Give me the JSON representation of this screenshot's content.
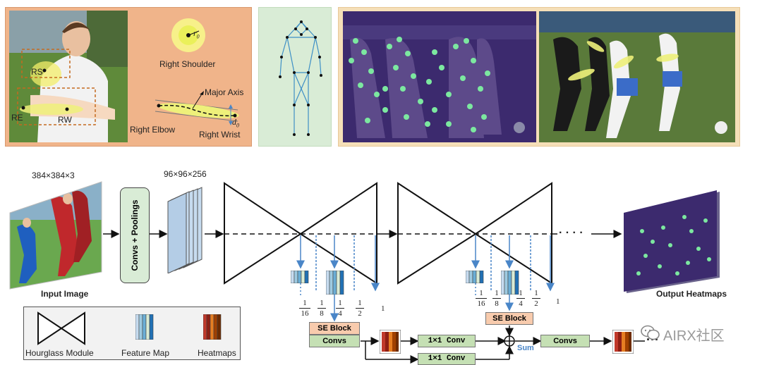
{
  "top": {
    "left_panel": {
      "person_labels": {
        "rs": "RS",
        "re": "RE",
        "rw": "RW"
      },
      "r0": "r",
      "r0_sub": "0",
      "right_shoulder": "Right Shoulder",
      "major_axis": "Major  Axis",
      "d0": "d",
      "d0_sub": "0",
      "right_elbow": "Right Elbow",
      "right_wrist": "Right Wrist"
    }
  },
  "pipeline": {
    "input_dims": "384×384×3",
    "input_label": "Input  Image",
    "convs_poolings": "Convs + Poolings",
    "feature_dims": "96×96×256",
    "dots": "· · · ·",
    "output_label": "Output Heatmaps",
    "group1": {
      "fractions": [
        {
          "num": "1",
          "den": "16"
        },
        {
          "num": "1",
          "den": "8"
        },
        {
          "num": "1",
          "den": "4"
        },
        {
          "num": "1",
          "den": "2"
        }
      ],
      "one": "1",
      "se_block": "SE Block",
      "convs": "Convs",
      "conv1": "1×1 Conv",
      "conv2": "1×1 Conv"
    },
    "group2": {
      "fractions": [
        {
          "num": "1",
          "den": "16"
        },
        {
          "num": "1",
          "den": "8"
        },
        {
          "num": "1",
          "den": "4"
        },
        {
          "num": "1",
          "den": "2"
        }
      ],
      "one": "1",
      "se_block": "SE Block",
      "sum": "Sum",
      "convs": "Convs",
      "tail_dots": "···"
    }
  },
  "legend": {
    "hourglass": "Hourglass Module",
    "feature_map": "Feature Map",
    "heatmaps": "Heatmaps"
  },
  "watermark": {
    "text": "AIRX社区"
  },
  "colors": {
    "peach": "#f0b48a",
    "mint": "#d9ecd6",
    "cream_border": "#f5dfb8",
    "green_box": "#c5e0b4",
    "se_orange": "#f8cbad",
    "arrow_blue": "#4a86c8",
    "heat_purple": "#3c2a6e"
  }
}
